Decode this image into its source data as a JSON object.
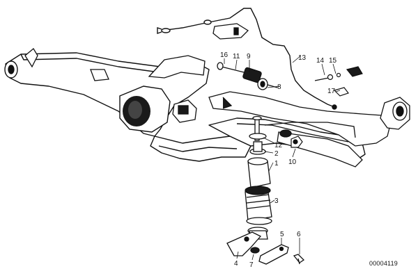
{
  "diagram": {
    "part_number": "00004119",
    "callouts": [
      {
        "id": "1",
        "label": "1"
      },
      {
        "id": "2",
        "label": "2"
      },
      {
        "id": "3",
        "label": "3"
      },
      {
        "id": "4",
        "label": "4"
      },
      {
        "id": "5",
        "label": "5"
      },
      {
        "id": "6",
        "label": "6"
      },
      {
        "id": "7",
        "label": "7"
      },
      {
        "id": "8",
        "label": "8"
      },
      {
        "id": "9",
        "label": "9"
      },
      {
        "id": "10",
        "label": "10"
      },
      {
        "id": "11",
        "label": "11"
      },
      {
        "id": "12",
        "label": "12"
      },
      {
        "id": "13",
        "label": "13"
      },
      {
        "id": "14",
        "label": "14"
      },
      {
        "id": "15",
        "label": "15"
      },
      {
        "id": "16",
        "label": "16"
      },
      {
        "id": "17",
        "label": "17"
      }
    ]
  }
}
